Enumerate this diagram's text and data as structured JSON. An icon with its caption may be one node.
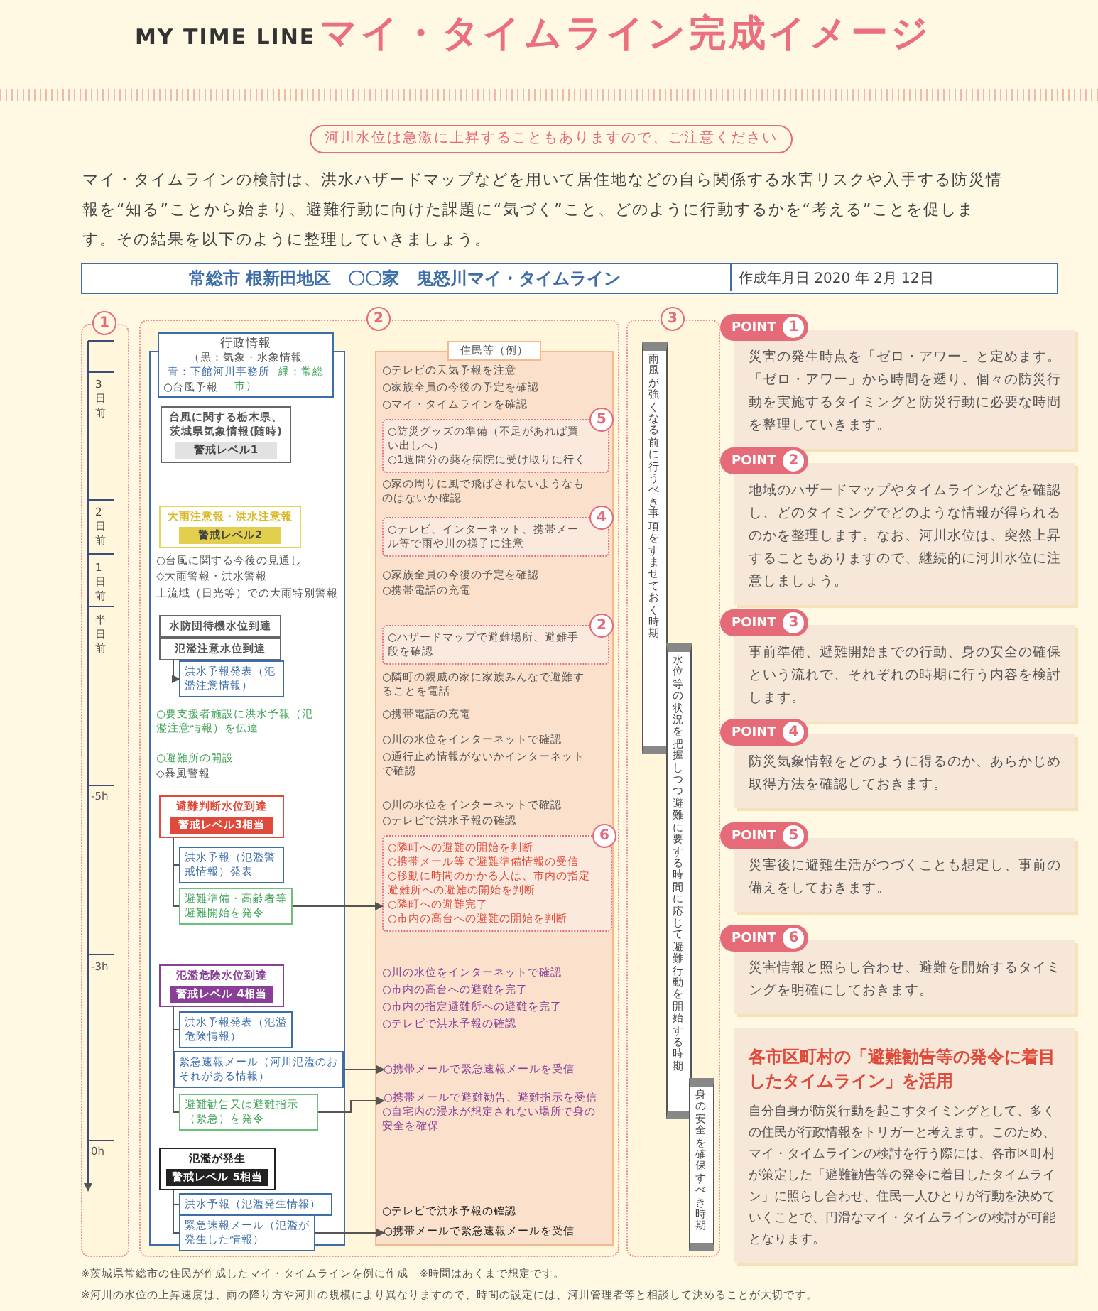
{
  "diagram": {
    "title": "マイ・タイムライン完成イメージ",
    "nodes": [
      {
        "text": [
          "1"
        ]
      },
      {
        "text": [
          "2"
        ]
      },
      {
        "text": [
          "行政情報",
          "（黒：気象・水象情報",
          "青：下館河川事務所",
          "緑：常総市）"
        ],
        "in": 1
      },
      {
        "text": [
          "台風に関する栃木県、茨城県気象情報(随時)"
        ],
        "in": 2
      },
      {
        "text": [
          "警戒レベル1"
        ],
        "in": 3
      },
      {
        "text": [
          "大雨注意報・洪水注意報"
        ],
        "in": 2
      },
      {
        "text": [
          "警戒レベル2"
        ],
        "in": 5
      },
      {
        "text": [
          "水防団待機水位到達"
        ],
        "in": 2
      },
      {
        "text": [
          "氾濫注意水位到達"
        ],
        "in": 2
      },
      {
        "text": [
          "洪水予報発表（氾濫注意情報）"
        ],
        "in": 2
      },
      {
        "text": [
          "避難判断水位到達"
        ],
        "in": 2
      },
      {
        "text": [
          "警戒レベル3相当"
        ],
        "in": 10
      },
      {
        "text": [
          "洪水予報（氾濫警戒情報）発表"
        ],
        "in": 2
      },
      {
        "text": [
          "避難準備・高齢者等避難開始を発令"
        ],
        "in": 2
      },
      {
        "text": [
          "氾濫危険水位到達"
        ],
        "in": 2
      },
      {
        "text": [
          "警戒レベル 4相当"
        ],
        "in": 14
      },
      {
        "text": [
          "洪水予報発表（氾濫危険情報）"
        ],
        "in": 2
      },
      {
        "text": [
          "緊急速報メール（河川氾濫のおそれがある情報）"
        ],
        "in": 2
      },
      {
        "text": [
          "避難勧告又は避難指示（緊急）を発令"
        ],
        "in": 2
      },
      {
        "text": [
          "氾濫が発生"
        ],
        "in": 2
      },
      {
        "text": [
          "警戒レベル 5相当"
        ],
        "in": 19
      },
      {
        "text": [
          "洪水予報（氾濫発生情報）"
        ],
        "in": 2
      },
      {
        "text": [
          "緊急速報メール（氾濫が発生した情報）"
        ],
        "in": 2
      },
      {
        "text": [
          "住民等（例）"
        ],
        "in": 1
      },
      {
        "text": [
          "5",
          "○防災グッズの準備（不足があれば買い出しへ）",
          "○1週間分の薬を病院に受け取りに行く"
        ],
        "in": 23
      },
      {
        "text": [
          "4",
          "○テレビ、インターネット、携帯メール等で雨や川の様子に注意"
        ],
        "in": 23
      },
      {
        "text": [
          "2",
          "○ハザードマップで避難場所、避難手段を確認"
        ],
        "in": 23
      },
      {
        "text": [
          "6",
          "○隣町への避難の開始を判断",
          "○携帯メール等で避難準備情報の受信",
          "○移動に時間のかかる人は、市内の指定避難所への避難の開始を判断",
          "○隣町への避難完了",
          "○市内の高台への避難の開始を判断"
        ],
        "in": 23
      },
      {
        "text": [
          "○携帯メールで緊急速報メールを受信"
        ],
        "in": 23
      },
      {
        "text": [
          "○携帯メールで避難勧告、避難指示を受信"
        ],
        "in": 23
      },
      {
        "text": [
          "○携帯メールで緊急速報メールを受信"
        ],
        "in": 23
      },
      {
        "text": [
          "3"
        ]
      },
      {
        "text": [
          "雨風が強くなる前に行うべき事項をすませておく時期"
        ],
        "in": 31
      },
      {
        "text": [
          "水位等の状況を把握しつつ避難に要する時間に応じて避難行動を開始する時期"
        ],
        "in": 31
      },
      {
        "text": [
          "身の安全を確保すべき時期"
        ],
        "in": 31
      },
      {
        "text": [
          "POINT",
          "1",
          "災害の発生時点を「ゼロ・アワー」と定めます。「ゼロ・アワー」から時間を遡り、個々の防災行動を実施するタイミングと防災行動に必要な時間を整理していきます。"
        ]
      },
      {
        "text": [
          "POINT",
          "2",
          "地域のハザードマップやタイムラインなどを確認し、どのタイミングでどのような情報が得られるのかを整理します。なお、河川水位は、突然上昇することもありますので、継続的に河川水位に注意しましょう。"
        ]
      },
      {
        "text": [
          "POINT",
          "3",
          "事前準備、避難開始までの行動、身の安全の確保という流れで、それぞれの時期に行う内容を検討します。"
        ]
      },
      {
        "text": [
          "POINT",
          "4",
          "防災気象情報をどのように得るのか、あらかじめ取得方法を確認しておきます。"
        ]
      },
      {
        "text": [
          "POINT",
          "5",
          "災害後に避難生活がつづくことも想定し、事前の備えをしておきます。"
        ]
      },
      {
        "text": [
          "POINT",
          "6",
          "災害情報と照らし合わせ、避難を開始するタイミングを明確にしておきます。"
        ]
      },
      {
        "text": [
          "各市区町村の「避難勧告等の発令に着目したタイムライン」を活用",
          "自分自身が防災行動を起こすタイミングとして、多くの住民が行政情報をトリガーと考えます。このため、マイ・タイムラインの検討を行う際には、各市区町村が策定した「避難勧告等の発令に着目したタイムライン」に照らし合わせ、住民一人ひとりが行動を決めていくことで、円滑なマイ・タイムラインの検討が可能となります。"
        ]
      }
    ],
    "edges": [
      {
        "from": 8,
        "to": 9,
        "arrow": "to"
      },
      {
        "from": 10,
        "to": 12,
        "arrow": "none"
      },
      {
        "from": 10,
        "to": 13,
        "arrow": "none"
      },
      {
        "from": 14,
        "to": 16,
        "arrow": "none"
      },
      {
        "from": 14,
        "to": 17,
        "arrow": "none"
      },
      {
        "from": 14,
        "to": 18,
        "arrow": "none"
      },
      {
        "from": 19,
        "to": 21,
        "arrow": "none"
      },
      {
        "from": 19,
        "to": 22,
        "arrow": "none"
      },
      {
        "from": 13,
        "to": 27,
        "arrow": "to"
      },
      {
        "from": 17,
        "to": 28,
        "arrow": "to"
      },
      {
        "from": 18,
        "to": 29,
        "arrow": "to"
      },
      {
        "from": 22,
        "to": 30,
        "arrow": "to"
      }
    ],
    "labels": [
      "MY TIME LINE",
      "河川水位は急激に上昇することもありますので、ご注意ください",
      "マイ・タイムラインの検討は、洪水ハザードマップなどを用いて居住地などの自ら関係する水害リスクや入手する防災情報を“知る”ことから始まり、避難行動に向けた課題に“気づく”こと、どのように行動するかを“考える”ことを促します。その結果を以下のように整理していきましょう。",
      "常総市 根新田地区　〇〇家　鬼怒川マイ・タイムライン",
      "作成年月日 2020 年 2月 12日",
      "3日前",
      "2日前",
      "1日前",
      "半日前",
      "-5h",
      "-3h",
      "0h",
      "○台風予報",
      "○台風に関する今後の見通し",
      "◇大雨警報・洪水警報",
      "上流域（日光等）での大雨特別警報",
      "○要支援者施設に洪水予報（氾濫注意情報）を伝達",
      "○避難所の開設",
      "◇暴風警報",
      "○テレビの天気予報を注意",
      "○家族全員の今後の予定を確認",
      "○マイ・タイムラインを確認",
      "○家の周りに風で飛ばされないようなものはないか確認",
      "○家族全員の今後の予定を確認",
      "○携帯電話の充電",
      "○隣町の親戚の家に家族みんなで避難することを電話",
      "○携帯電話の充電",
      "○川の水位をインターネットで確認",
      "○通行止め情報がないかインターネットで確認",
      "○川の水位をインターネットで確認",
      "○テレビで洪水予報の確認",
      "○川の水位をインターネットで確認",
      "○市内の高台への避難を完了",
      "○市内の指定避難所への避難を完了",
      "○テレビで洪水予報の確認",
      "○自宅内の浸水が想定されない場所で身の安全を確保",
      "○テレビで洪水予報の確認",
      "※茨城県常総市の住民が作成したマイ・タイムラインを例に作成　※時間はあくまで想定です。",
      "※河川の水位の上昇速度は、雨の降り方や河川の規模により異なりますので、時間の設定には、河川管理者等と相談して決めることが大切です。"
    ]
  }
}
